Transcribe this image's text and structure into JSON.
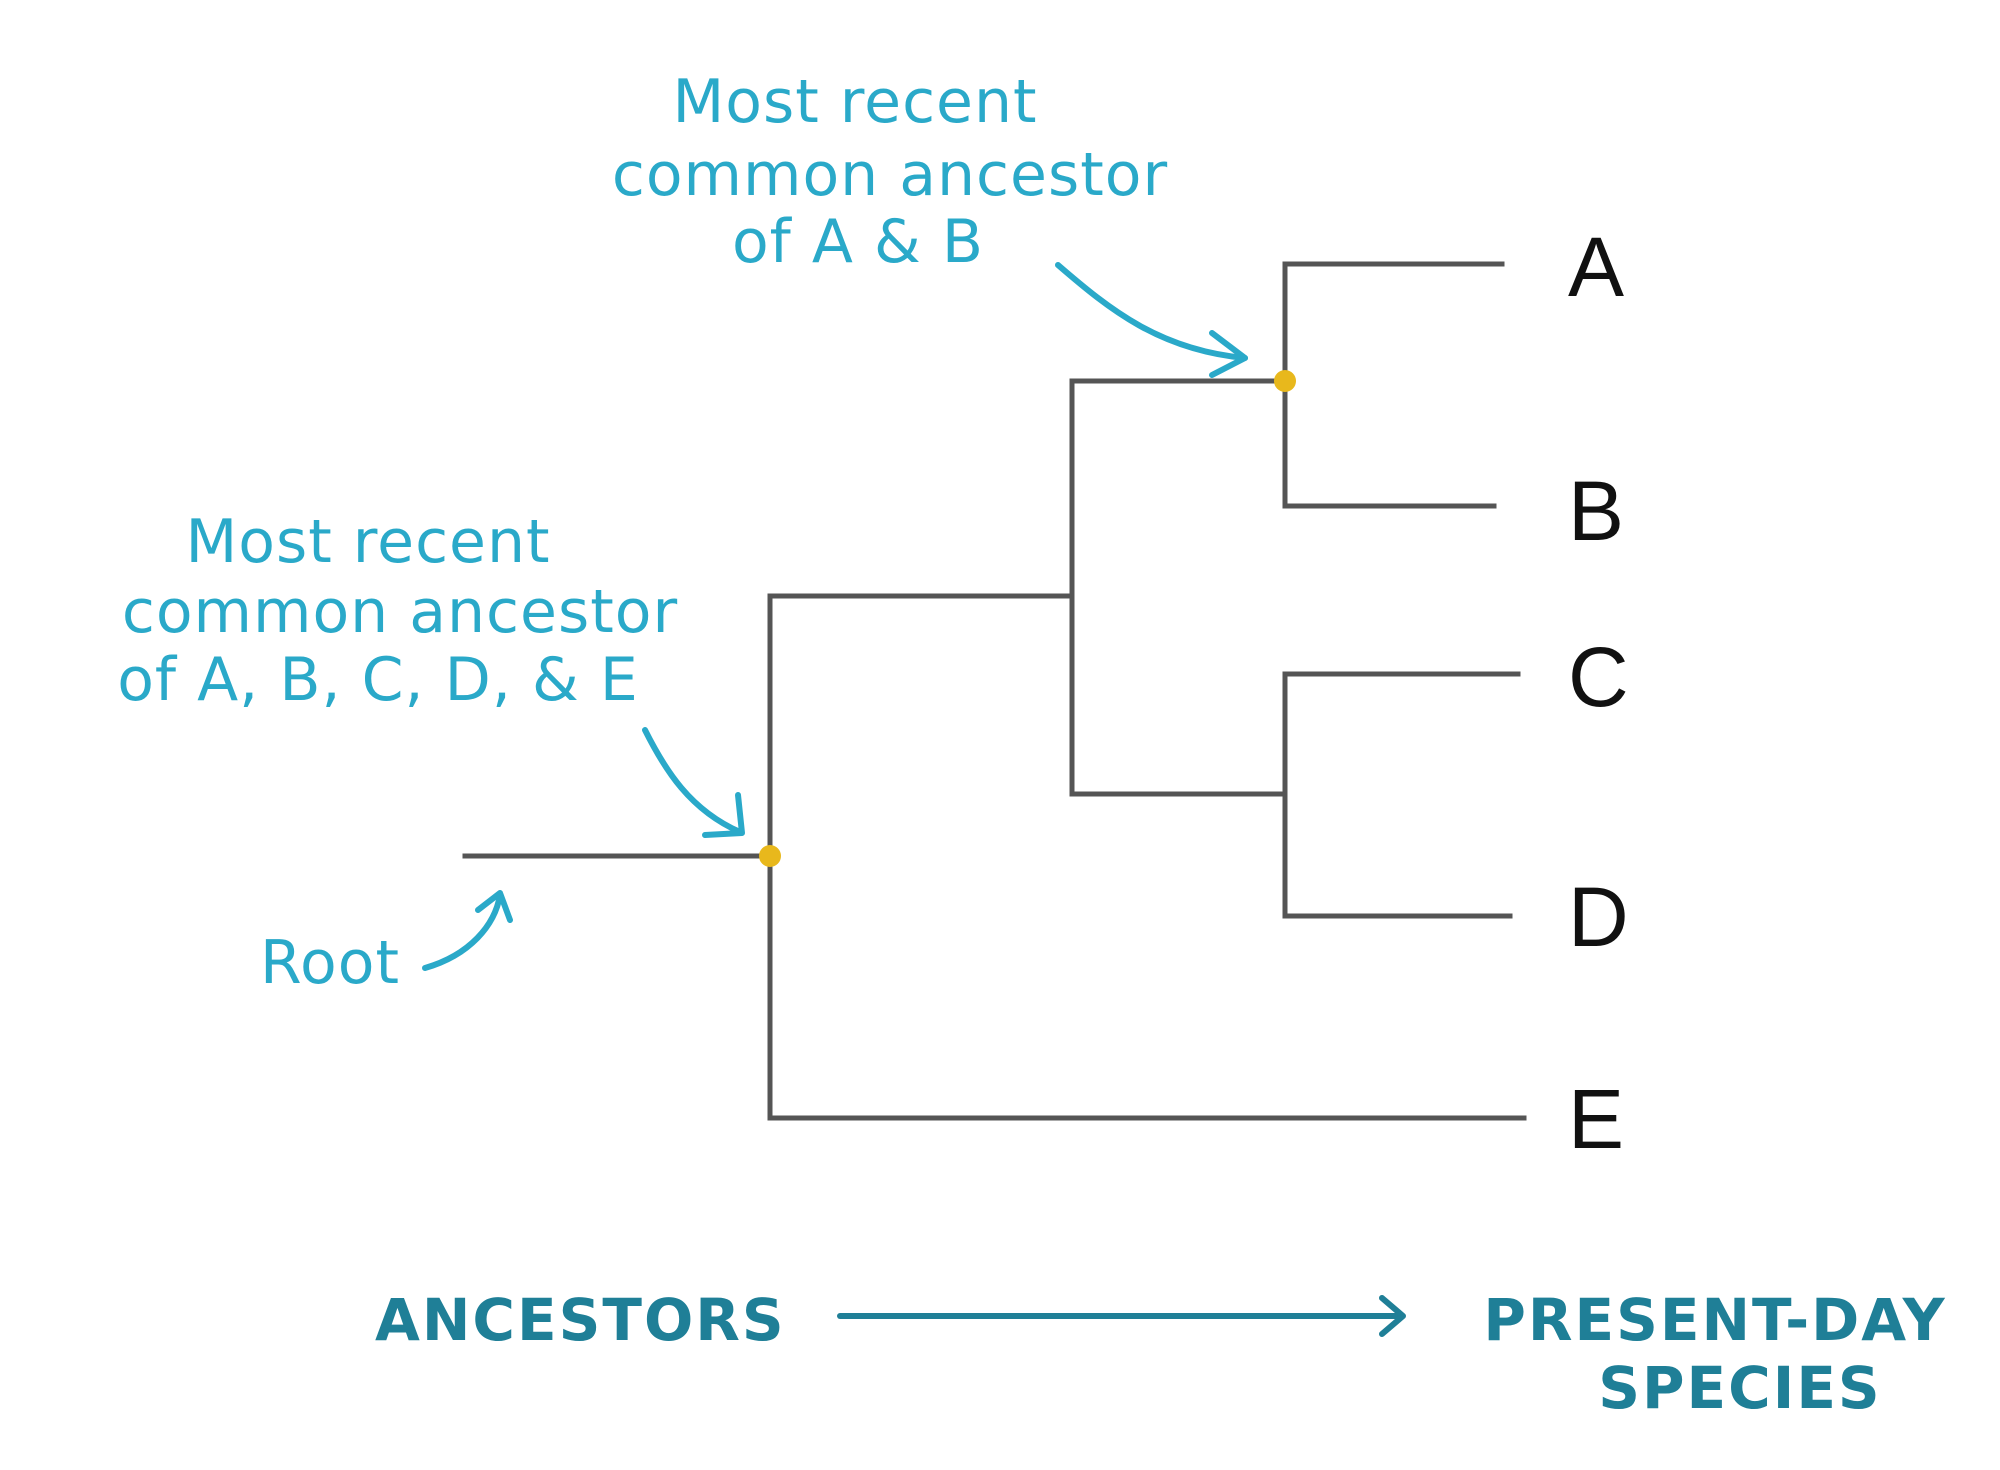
{
  "leaves": [
    "A",
    "B",
    "C",
    "D",
    "E"
  ],
  "annotations": {
    "mrca_ab": [
      "Most recent",
      "common ancestor",
      "of A & B"
    ],
    "mrca_all": [
      "Most recent",
      "common ancestor",
      "of A, B, C, D, & E"
    ],
    "root": "Root"
  },
  "timeline": {
    "start": "ANCESTORS",
    "end": [
      "PRESENT-DAY",
      "SPECIES"
    ]
  },
  "colors": {
    "annotation": "#2aa9c9",
    "timeline": "#1f7f97",
    "branch": "#555555",
    "node": "#e8b81c"
  }
}
